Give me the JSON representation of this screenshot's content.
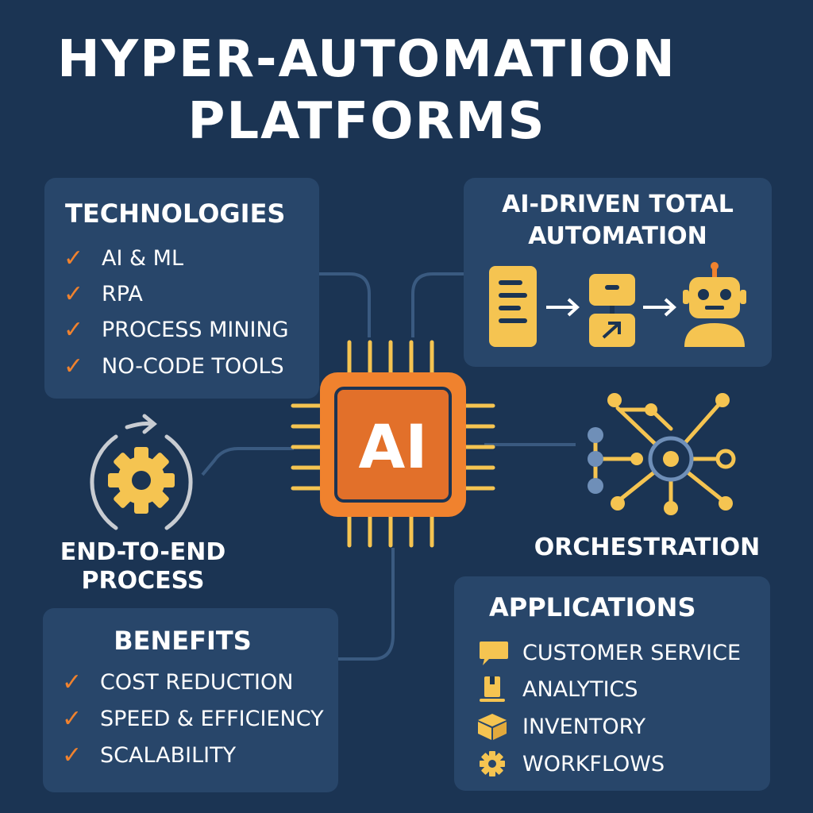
{
  "title": {
    "line1": "HYPER-AUTOMATION",
    "line2": "PLATFORMS"
  },
  "technologies": {
    "heading": "TECHNOLOGIES",
    "items": [
      "AI & ML",
      "RPA",
      "PROCESS MINING",
      "NO-CODE TOOLS"
    ]
  },
  "ai_driven": {
    "line1": "AI-DRIVEN TOTAL",
    "line2": "AUTOMATION"
  },
  "chip": {
    "label": "AI"
  },
  "end_to_end": {
    "line1": "END-TO-END",
    "line2": "PROCESS"
  },
  "orchestration": {
    "label": "ORCHESTRATION"
  },
  "benefits": {
    "heading": "BENEFITS",
    "items": [
      "COST REDUCTION",
      "SPEED & EFFICIENCY",
      "SCALABILITY"
    ]
  },
  "applications": {
    "heading": "APPLICATIONS",
    "items": [
      {
        "label": "CUSTOMER SERVICE",
        "icon": "chat-bubble-icon"
      },
      {
        "label": "ANALYTICS",
        "icon": "analytics-icon"
      },
      {
        "label": "INVENTORY",
        "icon": "box-icon"
      },
      {
        "label": "WORKFLOWS",
        "icon": "gear-icon"
      }
    ]
  },
  "colors": {
    "background": "#1b3453",
    "card": "#28466a",
    "orange": "#f0822e",
    "yellow": "#f5c451",
    "blue_node": "#6f8fb8",
    "wire": "#3a5a80"
  }
}
